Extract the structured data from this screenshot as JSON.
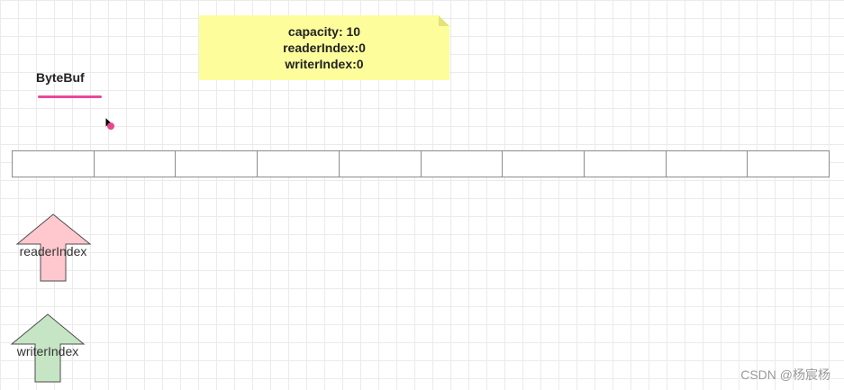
{
  "canvas": {
    "background_color": "#ffffff",
    "grid_color": "#ebebeb"
  },
  "sticky_note": {
    "color": "#fdfd9c",
    "fold_color": "#e4e27a",
    "lines": [
      "capacity: 10",
      "readerIndex:0",
      "writerIndex:0"
    ]
  },
  "title": {
    "text": "ByteBuf",
    "underline_color": "#e9489b"
  },
  "buffer": {
    "cell_count": 10,
    "border_color": "#8c8c8c"
  },
  "pointers": {
    "reader": {
      "label": "readerIndex",
      "fill": "#ffc8ce"
    },
    "writer": {
      "label": "writerIndex",
      "fill": "#c6e5c4"
    }
  },
  "cursor": {
    "icon": "mouse-cursor-icon",
    "dot_color": "#e8468f"
  },
  "watermark": {
    "text": "CSDN @杨宸杨"
  }
}
